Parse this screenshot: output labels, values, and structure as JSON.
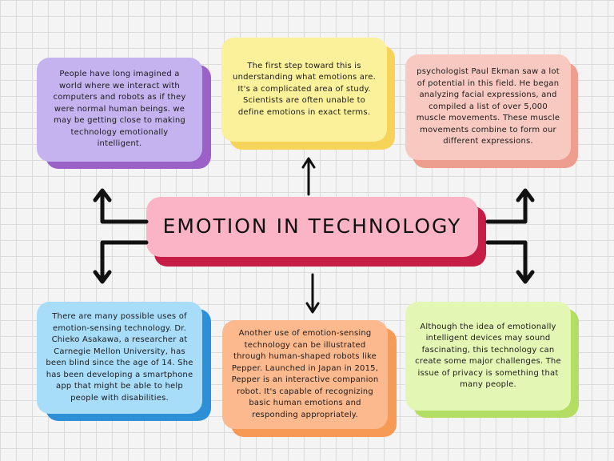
{
  "title": "EMOTION IN TECHNOLOGY",
  "cards": {
    "top_left": "People have long imagined a world where we interact with computers and robots as if they were normal human beings. we may be getting close to making technology emotionally intelligent.",
    "top_center": "The first step toward this is understanding what emotions are. It's a complicated area of study. Scientists are often unable to define emotions in exact terms.",
    "top_right": "psychologist Paul Ekman saw a lot of potential in this field. He began analyzing facial expressions, and compiled a list of over 5,000 muscle movements. These muscle movements combine to form our different expressions.",
    "bottom_left": "There are many possible uses of emotion-sensing technology. Dr. Chieko Asakawa, a researcher at Carnegie Mellon University, has been blind since the age of 14. She has been developing a smartphone app that might be able to help people with disabilities.",
    "bottom_center": "Another use of emotion-sensing technology can be illustrated through human-shaped robots like Pepper. Launched in Japan in 2015, Pepper is an interactive companion robot. It's capable of recognizing basic human emotions and responding appropriately.",
    "bottom_right": "Although the idea of emotionally intelligent devices may sound fascinating, this technology can create some major challenges. The issue of privacy is something that many people."
  },
  "colors": {
    "purple": "#c5b3ef",
    "purple_shadow": "#9c61c8",
    "yellow": "#fbf19a",
    "yellow_shadow": "#f6d45a",
    "salmon": "#f8c9c1",
    "salmon_shadow": "#ee9e8e",
    "blue": "#a8ddfa",
    "blue_shadow": "#2d90d6",
    "orange": "#fdb98e",
    "orange_shadow": "#f79a55",
    "green": "#e4f6b4",
    "green_shadow": "#b4dd64",
    "pink": "#fab4c6",
    "pink_shadow": "#c51d45"
  }
}
